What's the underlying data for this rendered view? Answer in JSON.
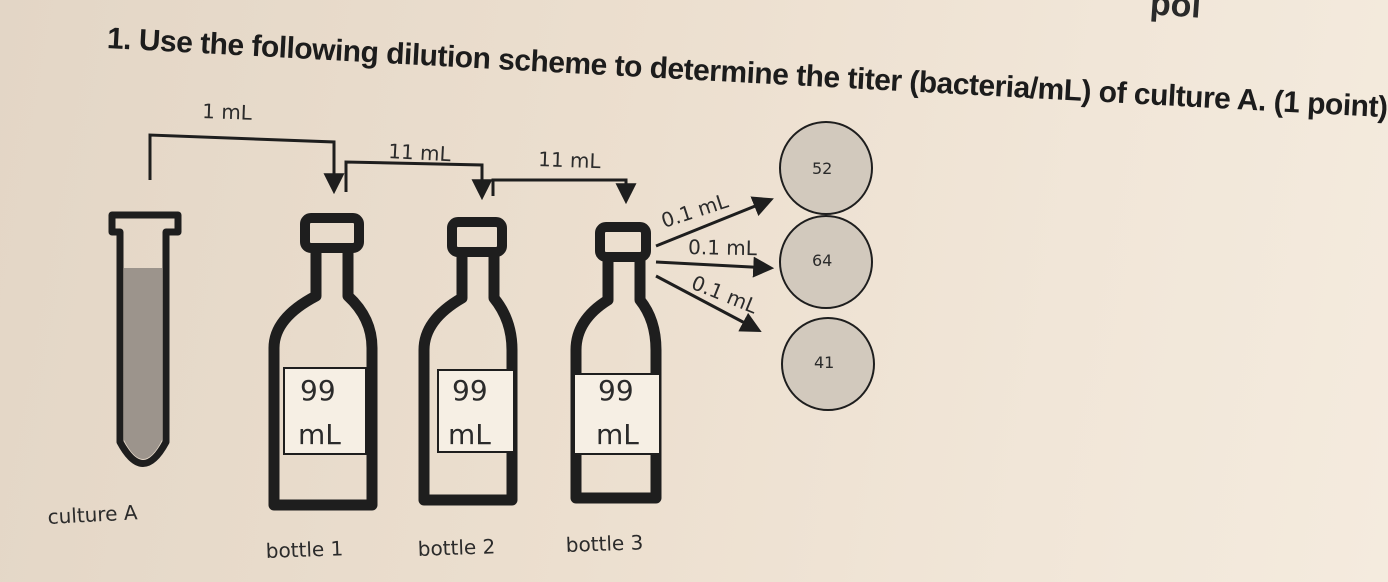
{
  "question": {
    "number": "1.",
    "text": "Use the following dilution scheme to determine the titer (bacteria/mL) of culture A. (1 point)",
    "corner_fragment": "pol"
  },
  "transfers": {
    "first": "1 mL",
    "second": "11 mL",
    "third": "11 mL"
  },
  "plating_volumes": [
    "0.1 mL",
    "0.1 mL",
    "0.1 mL"
  ],
  "bottles": [
    {
      "volume_top": "99",
      "volume_bottom": "mL",
      "label": "bottle 1"
    },
    {
      "volume_top": "99",
      "volume_bottom": "mL",
      "label": "bottle 2"
    },
    {
      "volume_top": "99",
      "volume_bottom": "mL",
      "label": "bottle 3"
    }
  ],
  "culture_label": "culture A",
  "plates": [
    "52",
    "64",
    "41"
  ],
  "colors": {
    "ink": "#1e1e1e",
    "culture_fill": "#9c948c",
    "plate_fill": "#d2c9bd"
  }
}
